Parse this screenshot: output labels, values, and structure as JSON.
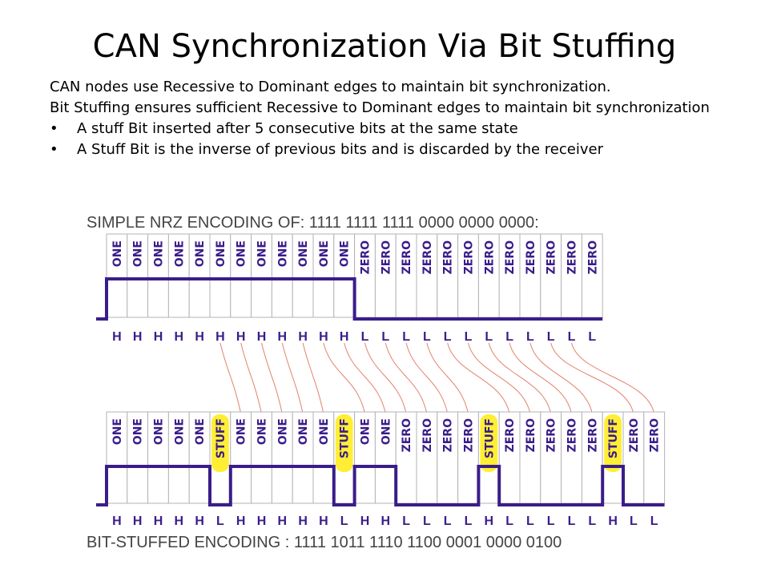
{
  "slide": {
    "title": "CAN Synchronization Via Bit Stuffing",
    "line1": "CAN nodes use Recessive to Dominant edges to maintain bit synchronization.",
    "line2": "Bit Stuffing ensures sufficient Recessive to Dominant edges to maintain bit synchronization",
    "bullets": [
      "A stuff Bit inserted after 5 consecutive bits at the same state",
      "A Stuff Bit is the inverse of previous bits and is discarded by the receiver"
    ]
  },
  "figure": {
    "nrz_caption": "SIMPLE NRZ ENCODING OF: 1111 1111 1111 0000 0000 0000:",
    "stuffed_caption": "BIT-STUFFED ENCODING : 1111 1011 1110 1100  0001  0000 0100",
    "nrz_bits": [
      "ONE",
      "ONE",
      "ONE",
      "ONE",
      "ONE",
      "ONE",
      "ONE",
      "ONE",
      "ONE",
      "ONE",
      "ONE",
      "ONE",
      "ZERO",
      "ZERO",
      "ZERO",
      "ZERO",
      "ZERO",
      "ZERO",
      "ZERO",
      "ZERO",
      "ZERO",
      "ZERO",
      "ZERO",
      "ZERO"
    ],
    "nrz_levels": [
      "H",
      "H",
      "H",
      "H",
      "H",
      "H",
      "H",
      "H",
      "H",
      "H",
      "H",
      "H",
      "L",
      "L",
      "L",
      "L",
      "L",
      "L",
      "L",
      "L",
      "L",
      "L",
      "L",
      "L"
    ],
    "stuffed_bits": [
      "ONE",
      "ONE",
      "ONE",
      "ONE",
      "ONE",
      "STUFF",
      "ONE",
      "ONE",
      "ONE",
      "ONE",
      "ONE",
      "STUFF",
      "ONE",
      "ONE",
      "ZERO",
      "ZERO",
      "ZERO",
      "ZERO",
      "STUFF",
      "ZERO",
      "ZERO",
      "ZERO",
      "ZERO",
      "ZERO",
      "STUFF",
      "ZERO",
      "ZERO"
    ],
    "stuffed_levels": [
      "H",
      "H",
      "H",
      "H",
      "H",
      "L",
      "H",
      "H",
      "H",
      "H",
      "H",
      "L",
      "H",
      "H",
      "L",
      "L",
      "L",
      "L",
      "H",
      "L",
      "L",
      "L",
      "L",
      "L",
      "H",
      "L",
      "L"
    ],
    "highlight_color": "#ffee33",
    "signal_color": "#3a1d8a",
    "link_color": "#e4826d"
  }
}
